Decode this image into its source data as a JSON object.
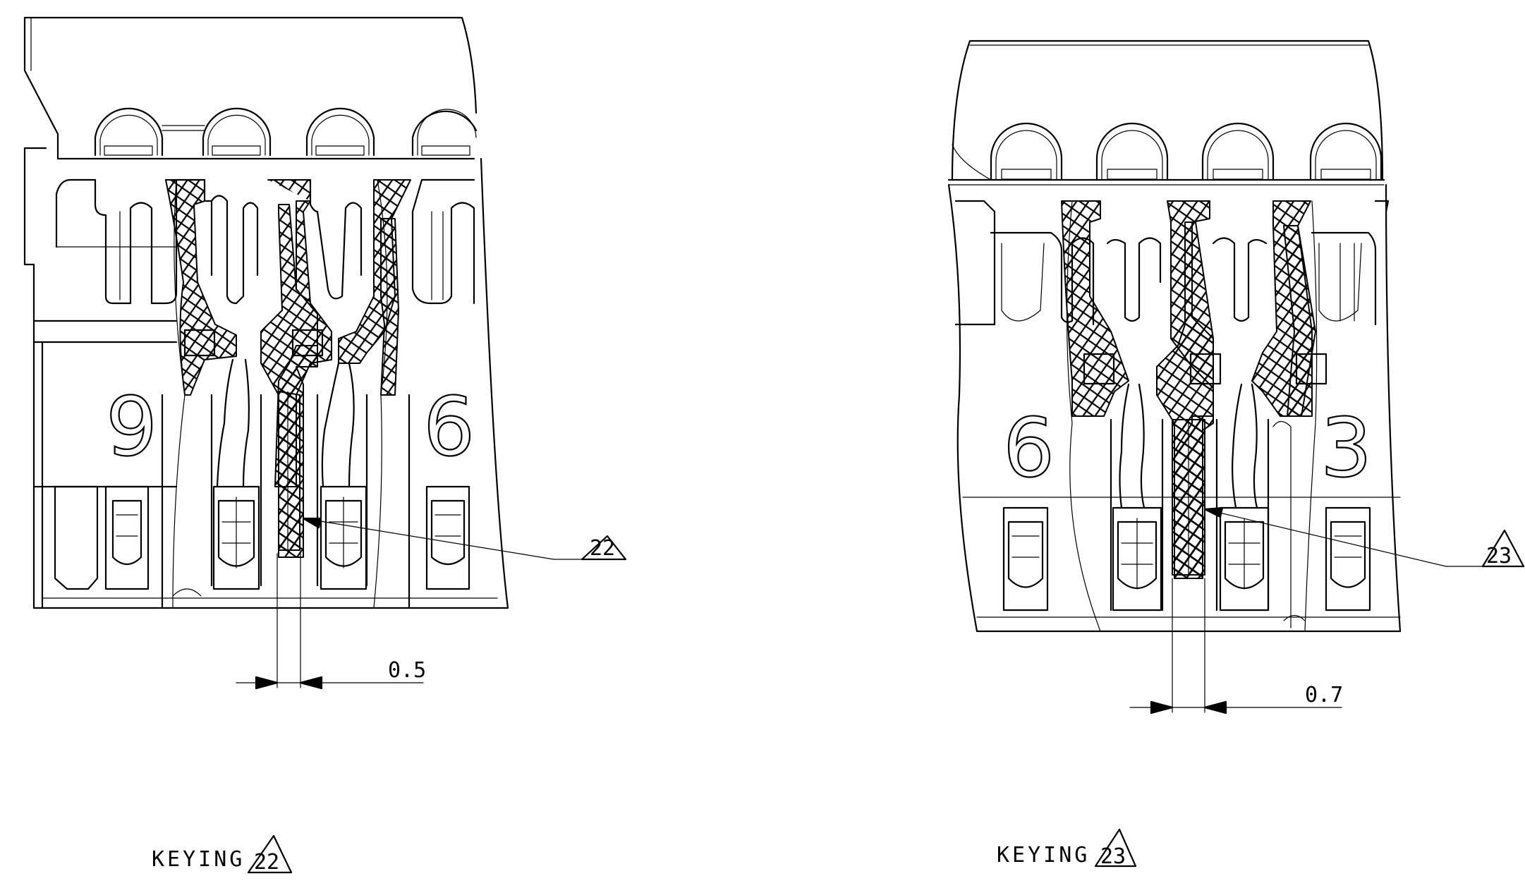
{
  "views": [
    {
      "id": "view-left",
      "keying_label": "KEYING",
      "callout": "22",
      "dimension": "0.5",
      "position_digits": [
        "9",
        "6"
      ]
    },
    {
      "id": "view-right",
      "keying_label": "KEYING",
      "callout": "23",
      "dimension": "0.7",
      "position_digits": [
        "6",
        "3"
      ]
    }
  ],
  "colors": {
    "line": "#000000",
    "background": "#ffffff"
  }
}
